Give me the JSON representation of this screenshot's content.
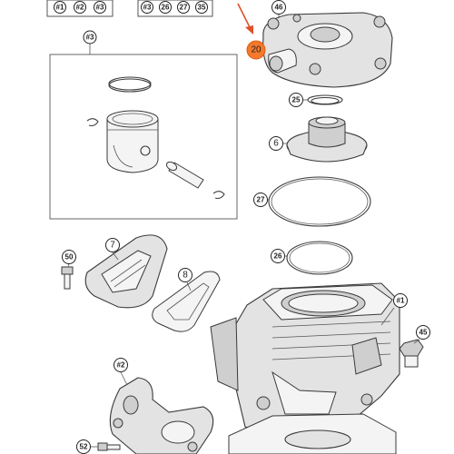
{
  "kit_top_left": [
    "#1",
    "#2",
    "#3"
  ],
  "kit_top_right": [
    "#3",
    "26",
    "27",
    "35"
  ],
  "group_label": "#3",
  "callouts": {
    "c46": "46",
    "c20": "20",
    "c25": "25",
    "c6": "6",
    "c27": "27",
    "c26": "26",
    "c7": "7",
    "c8": "8",
    "c50": "50",
    "c1": "#1",
    "c45": "45",
    "c2": "#2",
    "c52": "52"
  },
  "colors": {
    "highlight": "#f4792b",
    "arrow": "#e0502a",
    "line": "#3a3a3a"
  }
}
